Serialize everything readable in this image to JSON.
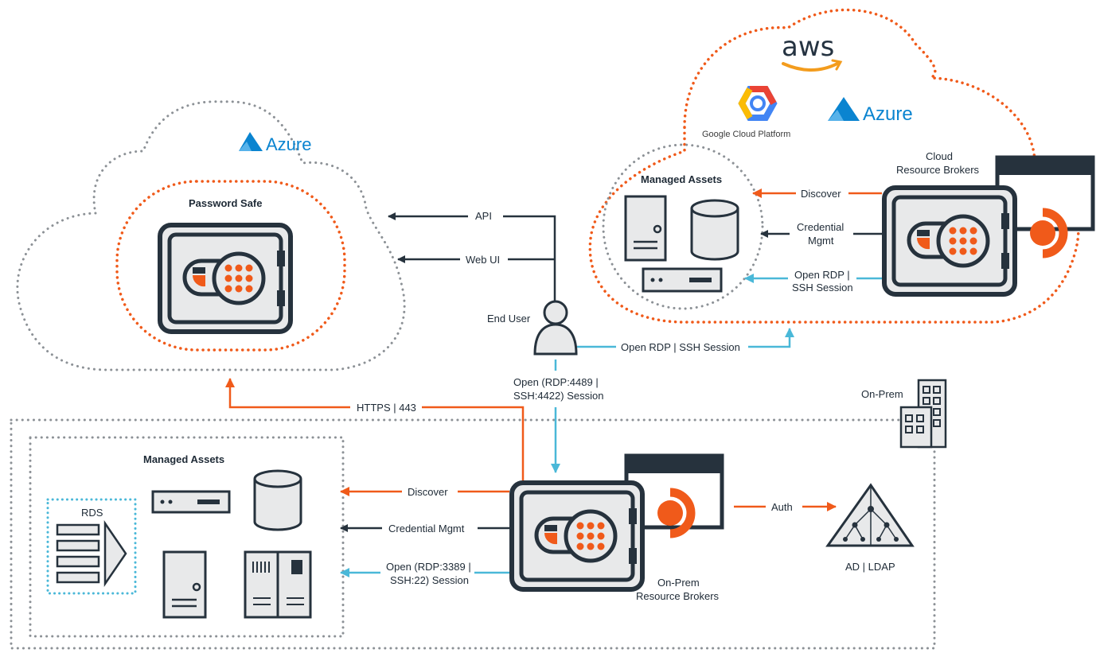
{
  "colors": {
    "navy": "#26323d",
    "orange": "#f05a1a",
    "cyan": "#4ab8d8",
    "gray": "#8c9196",
    "light": "#e8e9ea",
    "azure": "#0a84d0"
  },
  "clouds": {
    "left_provider": "Azure",
    "right_providers": {
      "aws": "aws",
      "gcp": "Google Cloud Platform",
      "azure": "Azure"
    }
  },
  "nodes": {
    "password_safe": "Password Safe",
    "end_user": "End User",
    "cloud_assets": "Managed Assets",
    "cloud_brokers_line1": "Cloud",
    "cloud_brokers_line2": "Resource Brokers",
    "onprem_label": "On-Prem",
    "onprem_assets": "Managed Assets",
    "rds": "RDS",
    "onprem_brokers_line1": "On-Prem",
    "onprem_brokers_line2": "Resource Brokers",
    "ad_ldap": "AD | LDAP"
  },
  "edges": {
    "api": "API",
    "web_ui": "Web UI",
    "cloud_discover": "Discover",
    "cloud_cred_line1": "Credential",
    "cloud_cred_line2": "Mgmt",
    "cloud_open_line1": "Open RDP |",
    "cloud_open_line2": "SSH Session",
    "user_open_cloud": "Open RDP | SSH Session",
    "user_open_onprem_line1": "Open (RDP:4489 |",
    "user_open_onprem_line2": "SSH:4422) Session",
    "https": "HTTPS | 443",
    "onprem_discover": "Discover",
    "onprem_cred": "Credential Mgmt",
    "onprem_open_line1": "Open (RDP:3389 |",
    "onprem_open_line2": "SSH:22) Session",
    "auth": "Auth"
  }
}
